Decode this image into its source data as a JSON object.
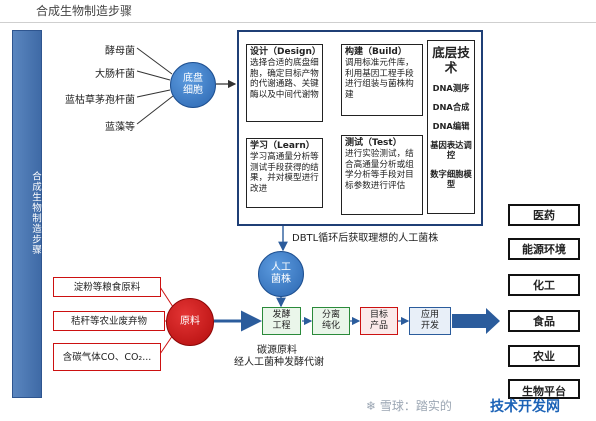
{
  "title": "合成生物制造步骤",
  "side_label": "合成生物制造步骤",
  "organisms": [
    "酵母菌",
    "大肠杆菌",
    "蓝枯草茅孢杆菌",
    "蓝藻等"
  ],
  "chassis_circle": "底盘细胞",
  "dbtl": {
    "design": {
      "title": "设计（Design）",
      "text": "选择合适的底盘细胞，确定目标产物的代谢通路、关键酶以及中间代谢物"
    },
    "build": {
      "title": "构建（Build）",
      "text": "调用标准元件库，利用基因工程手段进行组装与菌株构建"
    },
    "learn": {
      "title": "学习（Learn）",
      "text": "学习高通量分析等测试手段获得的结果，并对模型进行改进"
    },
    "test": {
      "title": "测试（Test）",
      "text": "进行实验测试，结合高通量分析或组学分析等手段对目标参数进行评估"
    }
  },
  "platform": {
    "title": "底层技术",
    "items": [
      "DNA测序",
      "DNA合成",
      "DNA编辑",
      "基因表达调控",
      "数字细胞模型"
    ]
  },
  "dbtl_caption": "DBTL循环后获取理想的人工菌株",
  "strain_circle": "人工菌株",
  "raw_circle": "原料",
  "sources": [
    "淀粉等粮食原料",
    "秸秆等农业废弃物",
    "含碳气体CO、CO₂..."
  ],
  "process_steps": [
    "发酵工程",
    "分离纯化",
    "目标产品",
    "应用开发"
  ],
  "process_caption_1": "碳源原料",
  "process_caption_2": "经人工菌种发酵代谢",
  "applications": [
    "医药",
    "能源环境",
    "化工",
    "食品",
    "农业",
    "生物平台"
  ],
  "watermark": "雪球：踏实的",
  "watermark2": "技术开发网"
}
